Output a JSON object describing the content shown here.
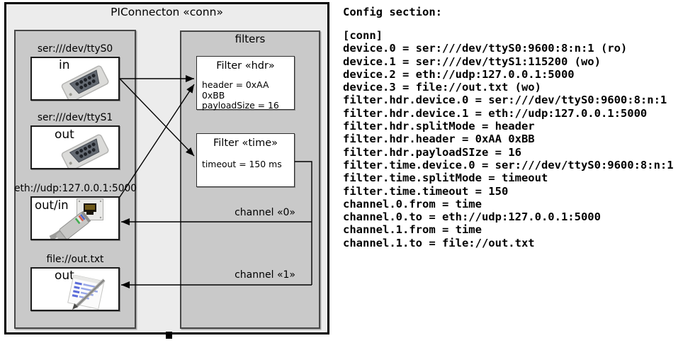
{
  "diagram": {
    "title": "PIConnecton «conn»",
    "devices": [
      {
        "uri": "ser:///dev/ttyS0",
        "port": "in",
        "icon": "serial-connector-photo"
      },
      {
        "uri": "ser:///dev/ttyS1",
        "port": "out",
        "icon": "serial-connector-photo"
      },
      {
        "uri": "eth://udp:127.0.0.1:5000",
        "port": "out/in",
        "icon": "ethernet-connector-photo"
      },
      {
        "uri": "file://out.txt",
        "port": "out",
        "icon": "notepad-photo"
      }
    ],
    "filters_panel_title": "filters",
    "filters": [
      {
        "title": "Filter «hdr»",
        "params": [
          "header = 0xAA 0xBB",
          "payloadSize = 16"
        ]
      },
      {
        "title": "Filter «time»",
        "params": [
          "timeout = 150 ms"
        ]
      }
    ],
    "channels": [
      {
        "label": "channel «0»"
      },
      {
        "label": "channel «1»"
      }
    ],
    "connections": [
      {
        "from": "ser:///dev/ttyS0 (in)",
        "to": "Filter «hdr»"
      },
      {
        "from": "ser:///dev/ttyS0 (in)",
        "to": "Filter «time»"
      },
      {
        "from": "eth://udp:127.0.0.1:5000 (out/in)",
        "to": "Filter «hdr»"
      },
      {
        "from": "Filter «time»",
        "to": "eth://udp:127.0.0.1:5000 (out/in)",
        "channel": "channel «0»"
      },
      {
        "from": "Filter «time»",
        "to": "file://out.txt (out)",
        "channel": "channel «1»"
      }
    ],
    "palette": {
      "frame_fill": "#ececec",
      "panel_fill": "#c9c9c9",
      "box_fill": "#ffffff",
      "line": "#000000"
    }
  },
  "config": {
    "heading": "Config section:",
    "lines": [
      "[conn]",
      "device.0 = ser:///dev/ttyS0:9600:8:n:1 (ro)",
      "device.1 = ser:///dev/ttyS1:115200 (wo)",
      "device.2 = eth://udp:127.0.0.1:5000",
      "device.3 = file://out.txt (wo)",
      "filter.hdr.device.0 = ser:///dev/ttyS0:9600:8:n:1",
      "filter.hdr.device.1 = eth://udp:127.0.0.1:5000",
      "filter.hdr.splitMode = header",
      "filter.hdr.header = 0xAA 0xBB",
      "filter.hdr.payloadSIze = 16",
      "filter.time.device.0 = ser:///dev/ttyS0:9600:8:n:1",
      "filter.time.splitMode = timeout",
      "filter.time.timeout = 150",
      "channel.0.from = time",
      "channel.0.to = eth://udp:127.0.0.1:5000",
      "channel.1.from = time",
      "channel.1.to = file://out.txt"
    ]
  }
}
